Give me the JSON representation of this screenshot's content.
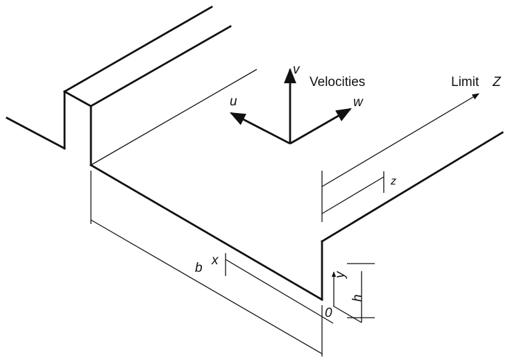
{
  "diagram": {
    "velocities_label": "Velocities",
    "limit_label": "Limit",
    "limit_symbol": "Z",
    "velocity_axes": {
      "v": "v",
      "u": "u",
      "w": "w"
    },
    "dimension_labels": {
      "b": "b",
      "x": "x",
      "y": "y",
      "z": "z",
      "h": "h",
      "origin": "0"
    },
    "colors": {
      "line": "#111111",
      "background": "#ffffff"
    }
  }
}
